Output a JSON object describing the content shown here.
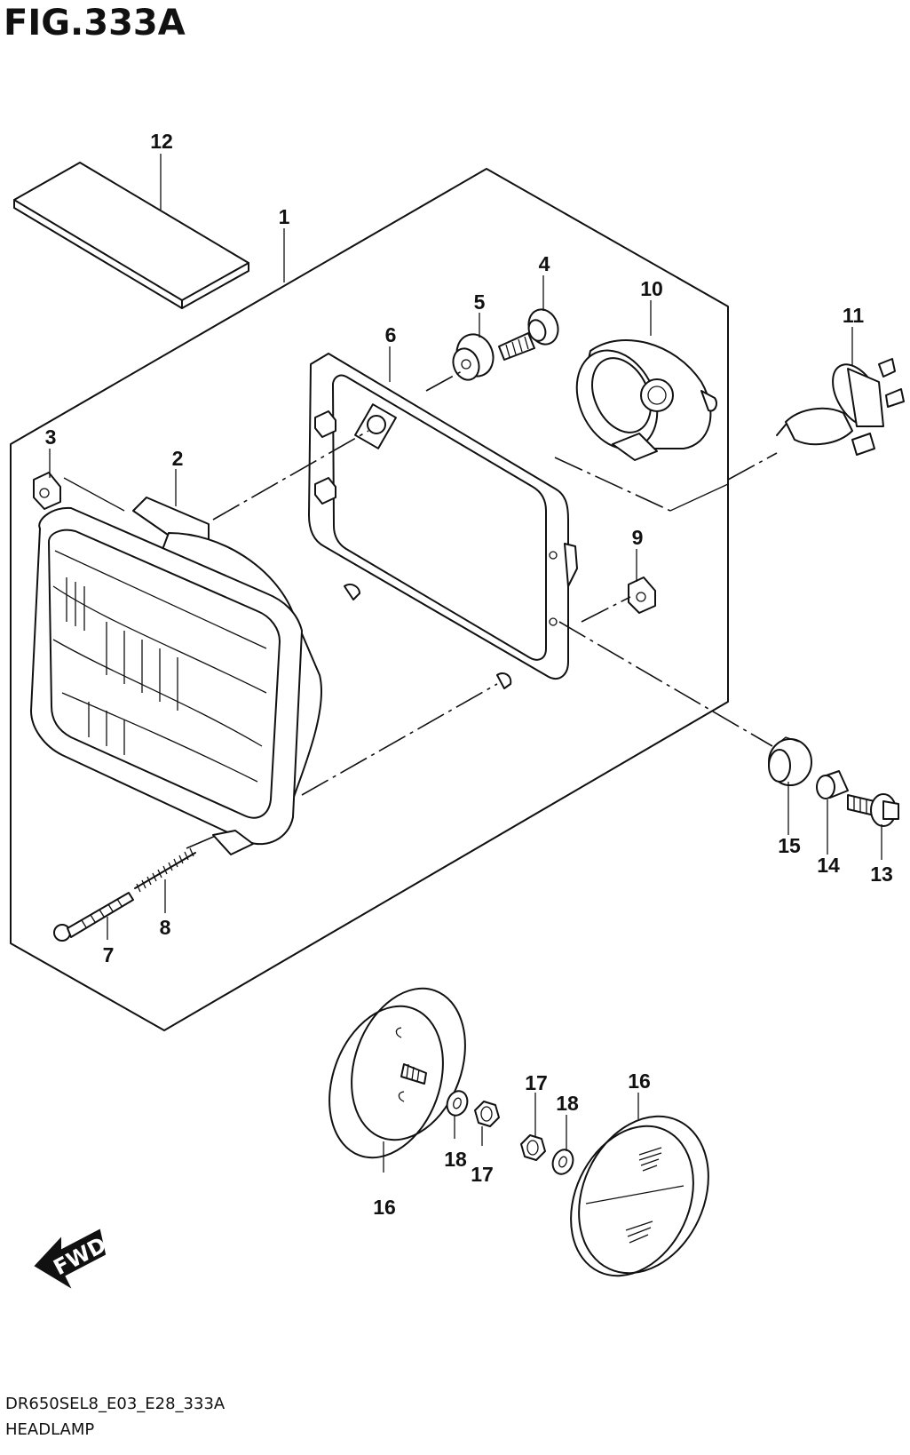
{
  "figure": {
    "title": "FIG.333A",
    "model_code": "DR650SEL8_E03_E28_333A",
    "name": "HEADLAMP"
  },
  "direction_arrow": {
    "label": "FWD"
  },
  "callouts": {
    "c1": "1",
    "c2": "2",
    "c3": "3",
    "c4": "4",
    "c5": "5",
    "c6": "6",
    "c7": "7",
    "c8": "8",
    "c9": "9",
    "c10": "10",
    "c11": "11",
    "c12": "12",
    "c13": "13",
    "c14": "14",
    "c15": "15",
    "c16a": "16",
    "c16b": "16",
    "c17a": "17",
    "c17b": "17",
    "c18a": "18",
    "c18b": "18"
  }
}
